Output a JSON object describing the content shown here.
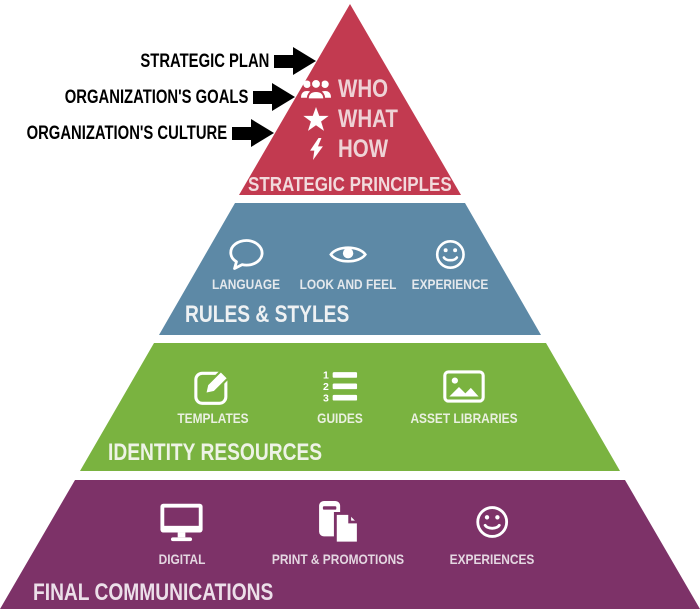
{
  "annotations": {
    "items": [
      {
        "label": "STRATEGIC PLAN",
        "icon": "arrow-right"
      },
      {
        "label": "ORGANIZATION'S GOALS",
        "icon": "arrow-right"
      },
      {
        "label": "ORGANIZATION'S CULTURE",
        "icon": "arrow-right"
      }
    ]
  },
  "pyramid": {
    "levels": [
      {
        "name": "strategic-principles",
        "title": "STRATEGIC PRINCIPLES",
        "color": "#c23a50",
        "items": [
          {
            "icon": "users",
            "label": "WHO"
          },
          {
            "icon": "star",
            "label": "WHAT"
          },
          {
            "icon": "bolt",
            "label": "HOW"
          }
        ]
      },
      {
        "name": "rules-styles",
        "title": "RULES & STYLES",
        "color": "#5d89a6",
        "items": [
          {
            "icon": "speech-bubble",
            "label": "LANGUAGE"
          },
          {
            "icon": "eye",
            "label": "LOOK AND FEEL"
          },
          {
            "icon": "smiley",
            "label": "EXPERIENCE"
          }
        ]
      },
      {
        "name": "identity-resources",
        "title": "IDENTITY RESOURCES",
        "color": "#7ab340",
        "items": [
          {
            "icon": "pencil-square",
            "label": "TEMPLATES"
          },
          {
            "icon": "numbered-list",
            "label": "GUIDES"
          },
          {
            "icon": "picture",
            "label": "ASSET LIBRARIES"
          }
        ]
      },
      {
        "name": "final-communications",
        "title": "FINAL COMMUNICATIONS",
        "color": "#7d3268",
        "items": [
          {
            "icon": "desktop",
            "label": "DIGITAL"
          },
          {
            "icon": "print-documents",
            "label": "PRINT & PROMOTIONS"
          },
          {
            "icon": "smiley",
            "label": "EXPERIENCES"
          }
        ]
      }
    ]
  },
  "colors": {
    "background": "#ffffff",
    "annotation_text": "#000000",
    "arrow": "#000000",
    "icon": "#ffffff"
  }
}
